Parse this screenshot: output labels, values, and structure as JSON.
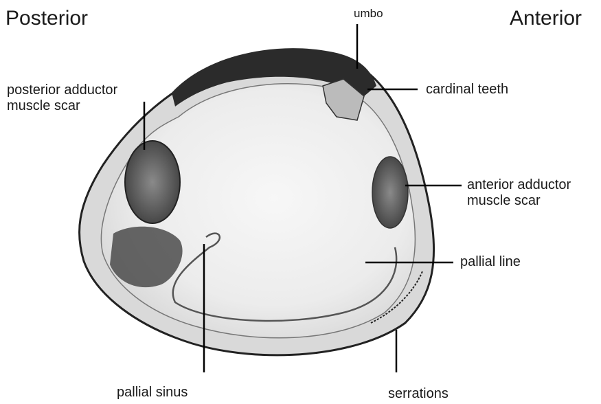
{
  "orientation": {
    "left": "Posterior",
    "right": "Anterior"
  },
  "labels": {
    "umbo": "umbo",
    "cardinal_teeth": "cardinal teeth",
    "posterior_adductor": "posterior adductor\nmuscle scar",
    "anterior_adductor": "anterior adductor\nmuscle scar",
    "pallial_line": "pallial line",
    "pallial_sinus": "pallial sinus",
    "serrations": "serrations"
  }
}
